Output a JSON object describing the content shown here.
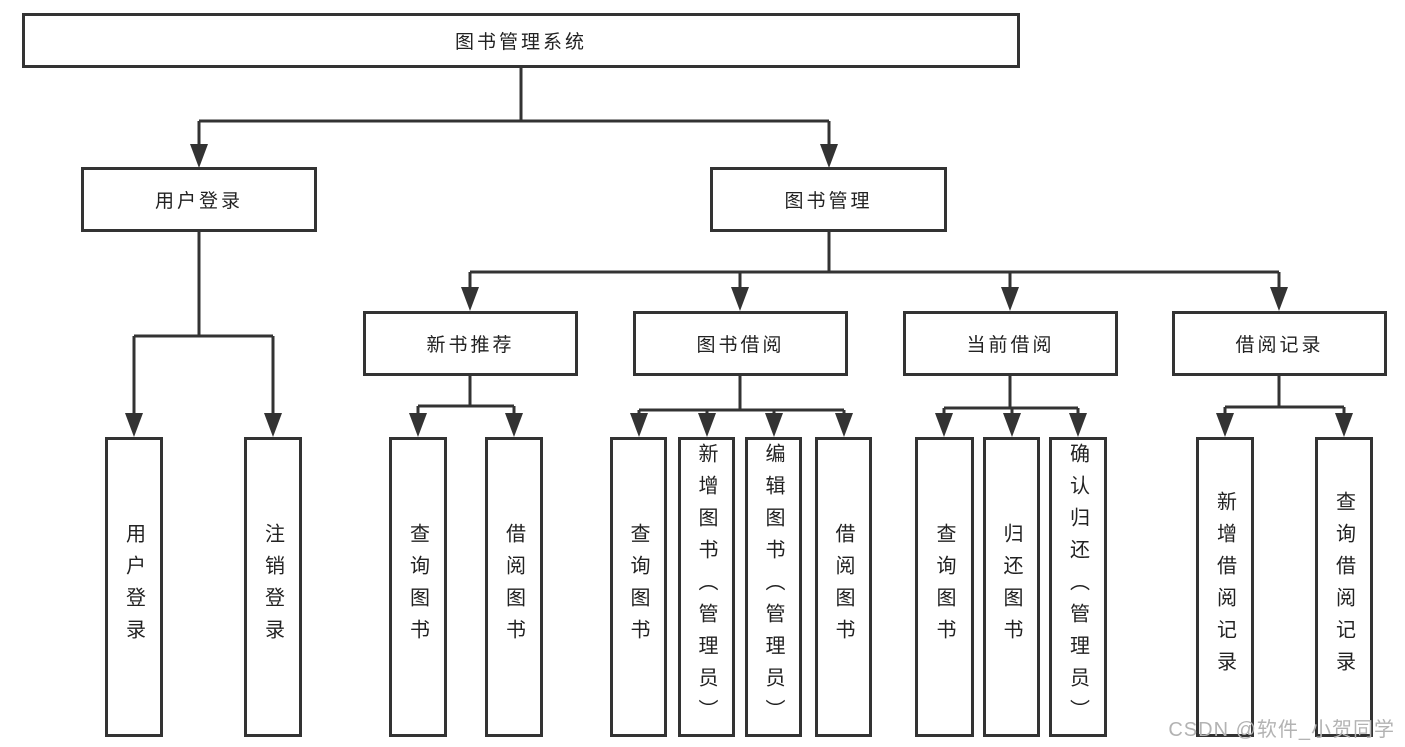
{
  "diagram": {
    "root": {
      "label": "图书管理系统"
    },
    "level2": [
      {
        "label": "用户登录"
      },
      {
        "label": "图书管理"
      }
    ],
    "level3": [
      {
        "label": "新书推荐"
      },
      {
        "label": "图书借阅"
      },
      {
        "label": "当前借阅"
      },
      {
        "label": "借阅记录"
      }
    ],
    "leaves": {
      "user_login": [
        "用户登录",
        "注销登录"
      ],
      "new_books": [
        "查询图书",
        "借阅图书"
      ],
      "book_borrow": [
        "查询图书",
        "新增图书（管理员）",
        "编辑图书（管理员）",
        "借阅图书"
      ],
      "current_borrow": [
        "查询图书",
        "归还图书",
        "确认归还（管理员）"
      ],
      "borrow_records": [
        "新增借阅记录",
        "查询借阅记录"
      ]
    },
    "watermark": "CSDN @软件_小贺同学",
    "colors": {
      "line": "#333333",
      "text": "#222222",
      "background": "#ffffff",
      "watermark": "#b3b3b3"
    }
  }
}
